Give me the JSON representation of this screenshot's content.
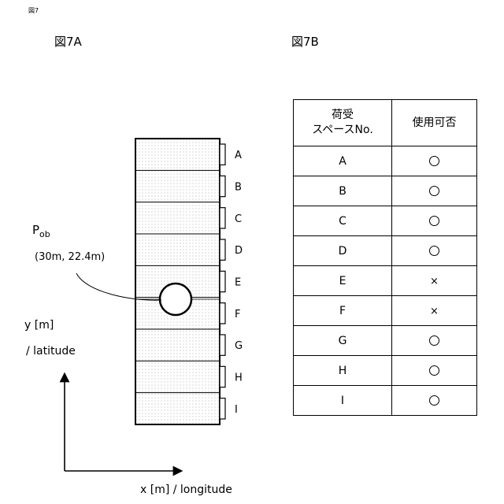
{
  "page_label": "図7",
  "fig_a": {
    "title": "図7A",
    "spaces": [
      "A",
      "B",
      "C",
      "D",
      "E",
      "F",
      "G",
      "H",
      "I"
    ],
    "point_label": "P",
    "point_subscript": "ob",
    "point_coords": "(30m, 22.4m)",
    "y_axis_label_line1": "y [m]",
    "y_axis_label_line2": "/ latitude",
    "x_axis_label": "x [m] / longitude"
  },
  "fig_b": {
    "title": "図7B",
    "header_space_line1": "荷受",
    "header_space_line2": "スペースNo.",
    "header_usable": "使用可否",
    "rows": [
      {
        "space": "A",
        "usable": "○"
      },
      {
        "space": "B",
        "usable": "○"
      },
      {
        "space": "C",
        "usable": "○"
      },
      {
        "space": "D",
        "usable": "○"
      },
      {
        "space": "E",
        "usable": "×"
      },
      {
        "space": "F",
        "usable": "×"
      },
      {
        "space": "G",
        "usable": "○"
      },
      {
        "space": "H",
        "usable": "○"
      },
      {
        "space": "I",
        "usable": "○"
      }
    ]
  }
}
